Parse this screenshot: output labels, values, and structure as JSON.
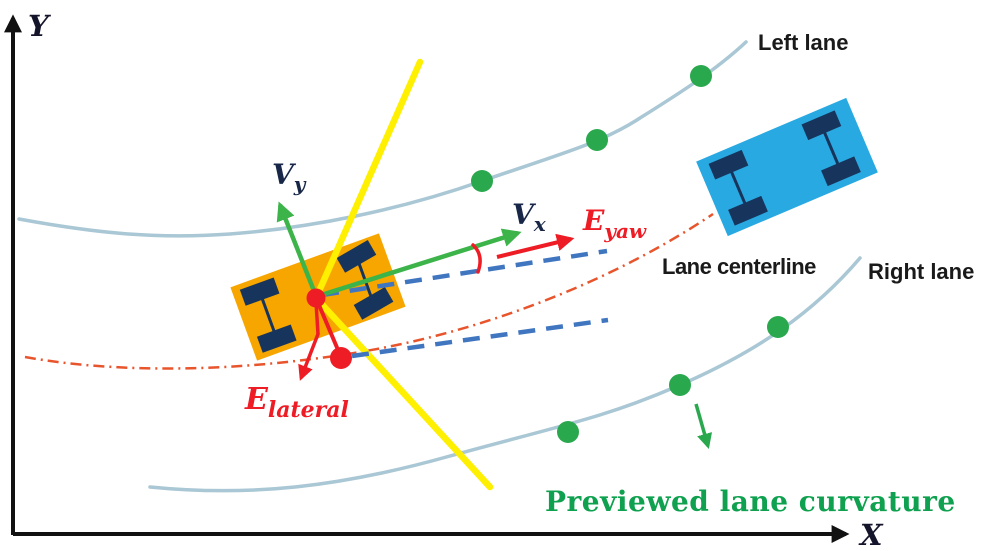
{
  "diagram": {
    "title_semantic": "vehicle lane keeping error geometry",
    "axes": {
      "x": "X",
      "y": "Y"
    },
    "lane_labels": {
      "left_lane": "Left lane",
      "right_lane": "Right lane",
      "lane_centerline": "Lane centerline",
      "previewed_lane_curvature": "Previewed lane curvature"
    },
    "vectors": {
      "vx": {
        "base": "V",
        "sub": "x"
      },
      "vy": {
        "base": "V",
        "sub": "y"
      }
    },
    "errors": {
      "yaw": {
        "base": "E",
        "sub": "yaw"
      },
      "lateral": {
        "base": "E",
        "sub": "lateral"
      }
    },
    "vehicles": {
      "ego": {
        "name": "ego-vehicle",
        "body_color": "#F7A600"
      },
      "lead": {
        "name": "lead-vehicle",
        "body_color": "#29A9E1"
      }
    },
    "colors": {
      "lane_curve": "#A9C7D4",
      "lane_point_green": "#2AA84E",
      "velocity_green": "#3CB44A",
      "error_red": "#EE1C25",
      "heading_dash_blue": "#4076C0",
      "centerline_orange": "#E8552D",
      "preview_yellow": "#FFEF00",
      "wheel_navy": "#17355C",
      "axis_black": "#111111",
      "label_black": "#1A1A1A",
      "preview_text_green": "#0FA14F"
    }
  }
}
